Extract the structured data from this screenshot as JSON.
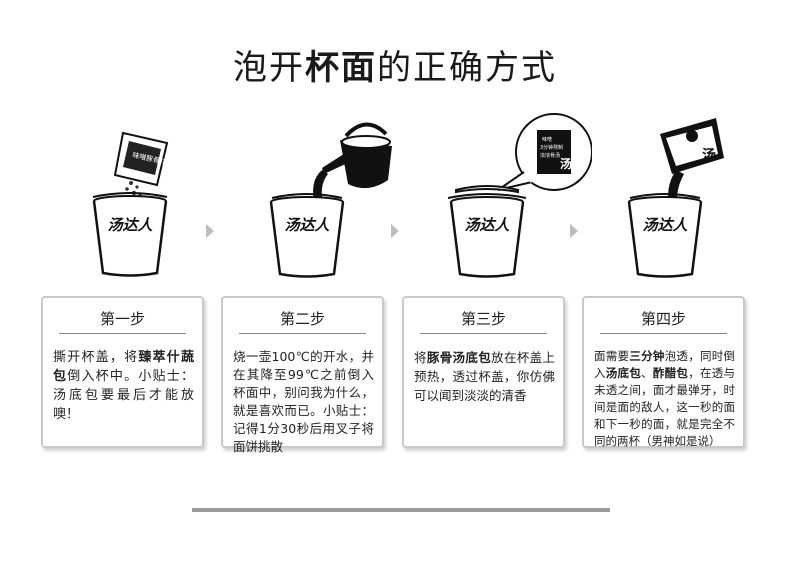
{
  "title": {
    "part1": "泡开",
    "bold": "杯面",
    "part2": "的正确方式"
  },
  "cup_logo": "汤达人",
  "packet_label": "味噌豚骨拉面",
  "bubble_packet": {
    "line1": "味噌",
    "line2": "3分钟熬制",
    "line3": "浓浓骨汤",
    "big": "汤"
  },
  "steps": [
    {
      "heading": "第一步",
      "t1": "撕开杯盖，将",
      "b1": "臻萃什蔬包",
      "t2": "倒入杯中。小贴士：汤底包要最后才能放噢！"
    },
    {
      "heading": "第二步",
      "t1": "烧一壶100℃的开水，并在其降至99℃之前倒入杯面中，别问我为什么，就是喜欢而已。小贴士：记得1分30秒后用叉子将面饼挑散"
    },
    {
      "heading": "第三步",
      "t1": "将",
      "b1": "豚骨汤底包",
      "t2": "放在杯盖上预热，透过杯盖，你仿佛可以闻到淡淡的清香"
    },
    {
      "heading": "第四步",
      "t1": "面需要",
      "b1": "三分钟",
      "t2": "泡透，同时倒入",
      "b2": "汤底包",
      "t3": "、",
      "b3": "酢醋包",
      "t4": "，在透与未透之间，面才最弹牙，时间是面的敌人，这一秒的面和下一秒的面，就是完全不同的两杯（男神如是说）"
    }
  ]
}
